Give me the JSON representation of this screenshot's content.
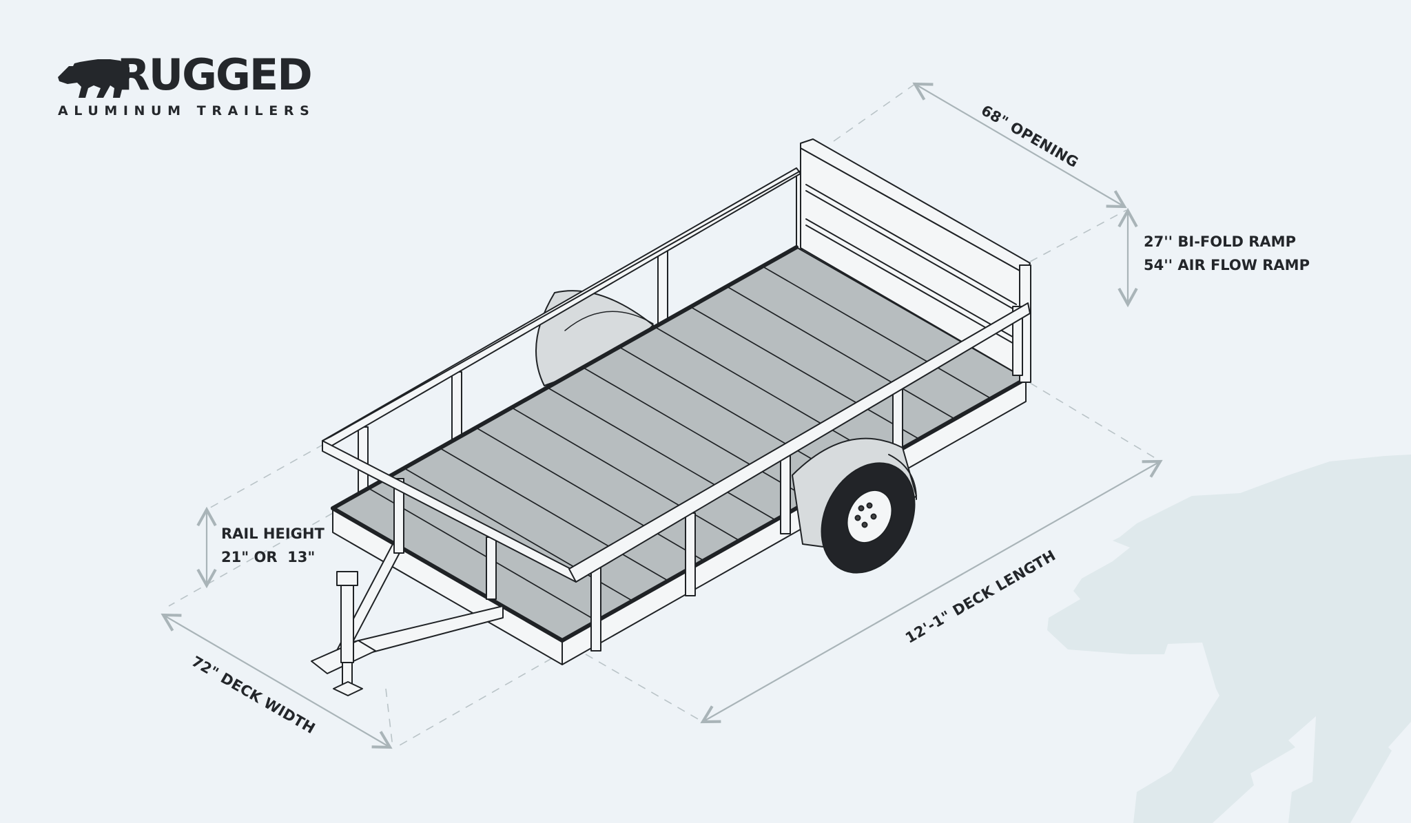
{
  "brand": {
    "name": "RUGGED",
    "tagline": "ALUMINUM TRAILERS",
    "logo_icon": "bear-icon"
  },
  "colors": {
    "background": "#eef3f7",
    "ink": "#23262a",
    "deck": "#b7bdbf",
    "frame": "#f4f6f7",
    "tire": "#222428",
    "dimension_line": "#a9b4b8",
    "watermark": "#dfe9ec"
  },
  "dimensions": {
    "opening": {
      "label": "68\" OPENING"
    },
    "ramp": {
      "line1": "27'' BI-FOLD RAMP",
      "line2": "54'' AIR FLOW RAMP"
    },
    "rail_height": {
      "line1": "RAIL HEIGHT",
      "line2": "21\" OR  13\""
    },
    "deck_width": {
      "label": "72\" DECK WIDTH"
    },
    "deck_length": {
      "label": "12'-1\" DECK LENGTH"
    }
  },
  "illustration": {
    "subject": "single-axle aluminum utility trailer, isometric line drawing",
    "deck_boards": 13,
    "background_watermark": "bear-silhouette"
  }
}
